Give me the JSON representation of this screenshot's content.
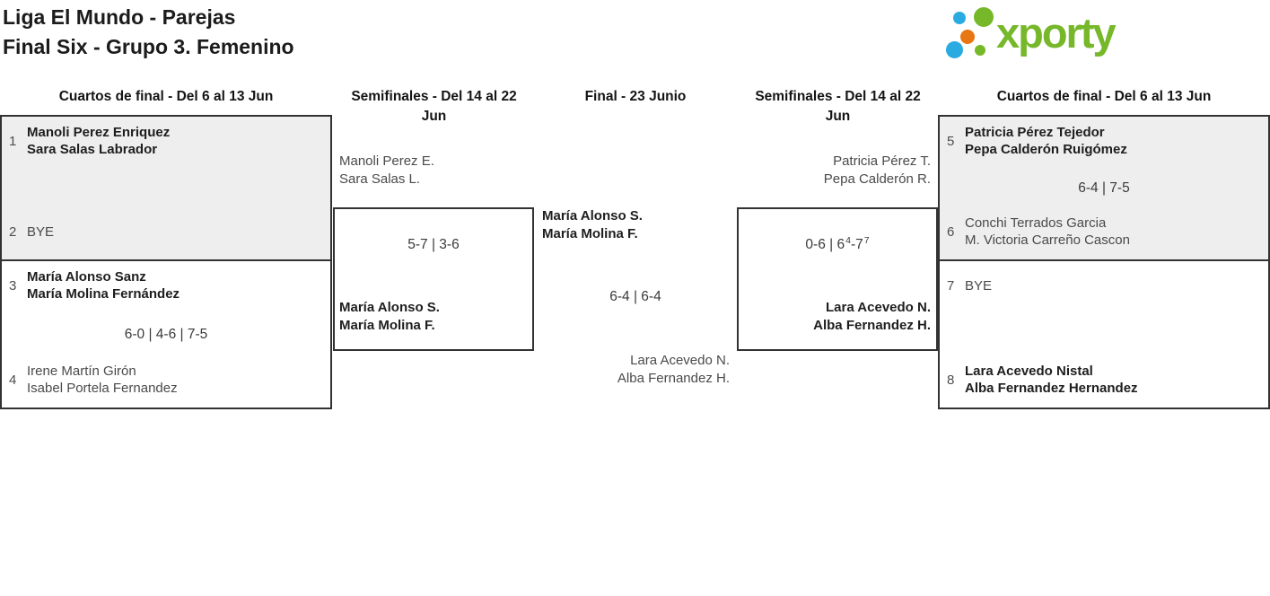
{
  "page": {
    "title_line1": "Liga El Mundo - Parejas",
    "title_line2": "Final Six - Grupo 3. Femenino"
  },
  "logo": {
    "text": "xporty",
    "colors": {
      "green": "#76b82a",
      "blue": "#29abe2",
      "orange": "#e87613"
    }
  },
  "round_headers": [
    "Cuartos de final - Del 6 al 13 Jun",
    "Semifinales - Del 14 al 22 Jun",
    "Final - 23 Junio",
    "Semifinales - Del 14 al 22 Jun",
    "Cuartos de final - Del 6 al 13 Jun"
  ],
  "matches": {
    "qf1": {
      "team1": {
        "seed": "1",
        "lines": [
          "Manoli Perez Enriquez",
          "Sara Salas Labrador"
        ]
      },
      "team2": {
        "seed": "2",
        "lines": [
          "BYE"
        ]
      }
    },
    "qf2": {
      "team1": {
        "seed": "3",
        "lines": [
          "María Alonso Sanz",
          "María Molina Fernández"
        ]
      },
      "score_parts": [
        [
          "6-0 | 4-6 | 7-5",
          0
        ]
      ],
      "team2": {
        "seed": "4",
        "lines": [
          "Irene Martín Girón",
          "Isabel Portela Fernandez"
        ]
      }
    },
    "qf3": {
      "team1": {
        "seed": "5",
        "lines": [
          "Patricia Pérez Tejedor",
          "Pepa Calderón Ruigómez"
        ]
      },
      "score_parts": [
        [
          "6-4 | 7-5",
          0
        ]
      ],
      "team2": {
        "seed": "6",
        "lines": [
          "Conchi Terrados Garcia",
          "M. Victoria Carreño Cascon"
        ]
      }
    },
    "qf4": {
      "team1": {
        "seed": "7",
        "lines": [
          "BYE"
        ]
      },
      "team2": {
        "seed": "8",
        "lines": [
          "Lara Acevedo Nistal",
          "Alba Fernandez Hernandez"
        ]
      }
    },
    "sf1": {
      "top": {
        "lines": [
          "Manoli Perez E.",
          "Sara Salas L."
        ]
      },
      "score_parts": [
        [
          "5-7 | 3-6",
          0
        ]
      ],
      "bottom": {
        "lines": [
          "María Alonso S.",
          "María Molina F."
        ]
      }
    },
    "sf2": {
      "top": {
        "lines": [
          "Patricia Pérez T.",
          "Pepa Calderón R."
        ]
      },
      "score_parts": [
        [
          "0-6 | 6",
          0
        ],
        [
          "4",
          1
        ],
        [
          "-7",
          0
        ],
        [
          "7",
          1
        ]
      ],
      "bottom": {
        "lines": [
          "Lara Acevedo N.",
          "Alba Fernandez H."
        ]
      }
    },
    "final": {
      "top": {
        "lines": [
          "María Alonso S.",
          "María Molina F."
        ]
      },
      "score_parts": [
        [
          "6-4 | 6-4",
          0
        ]
      ],
      "bottom": {
        "lines": [
          "Lara Acevedo N.",
          "Alba Fernandez H."
        ]
      }
    }
  }
}
